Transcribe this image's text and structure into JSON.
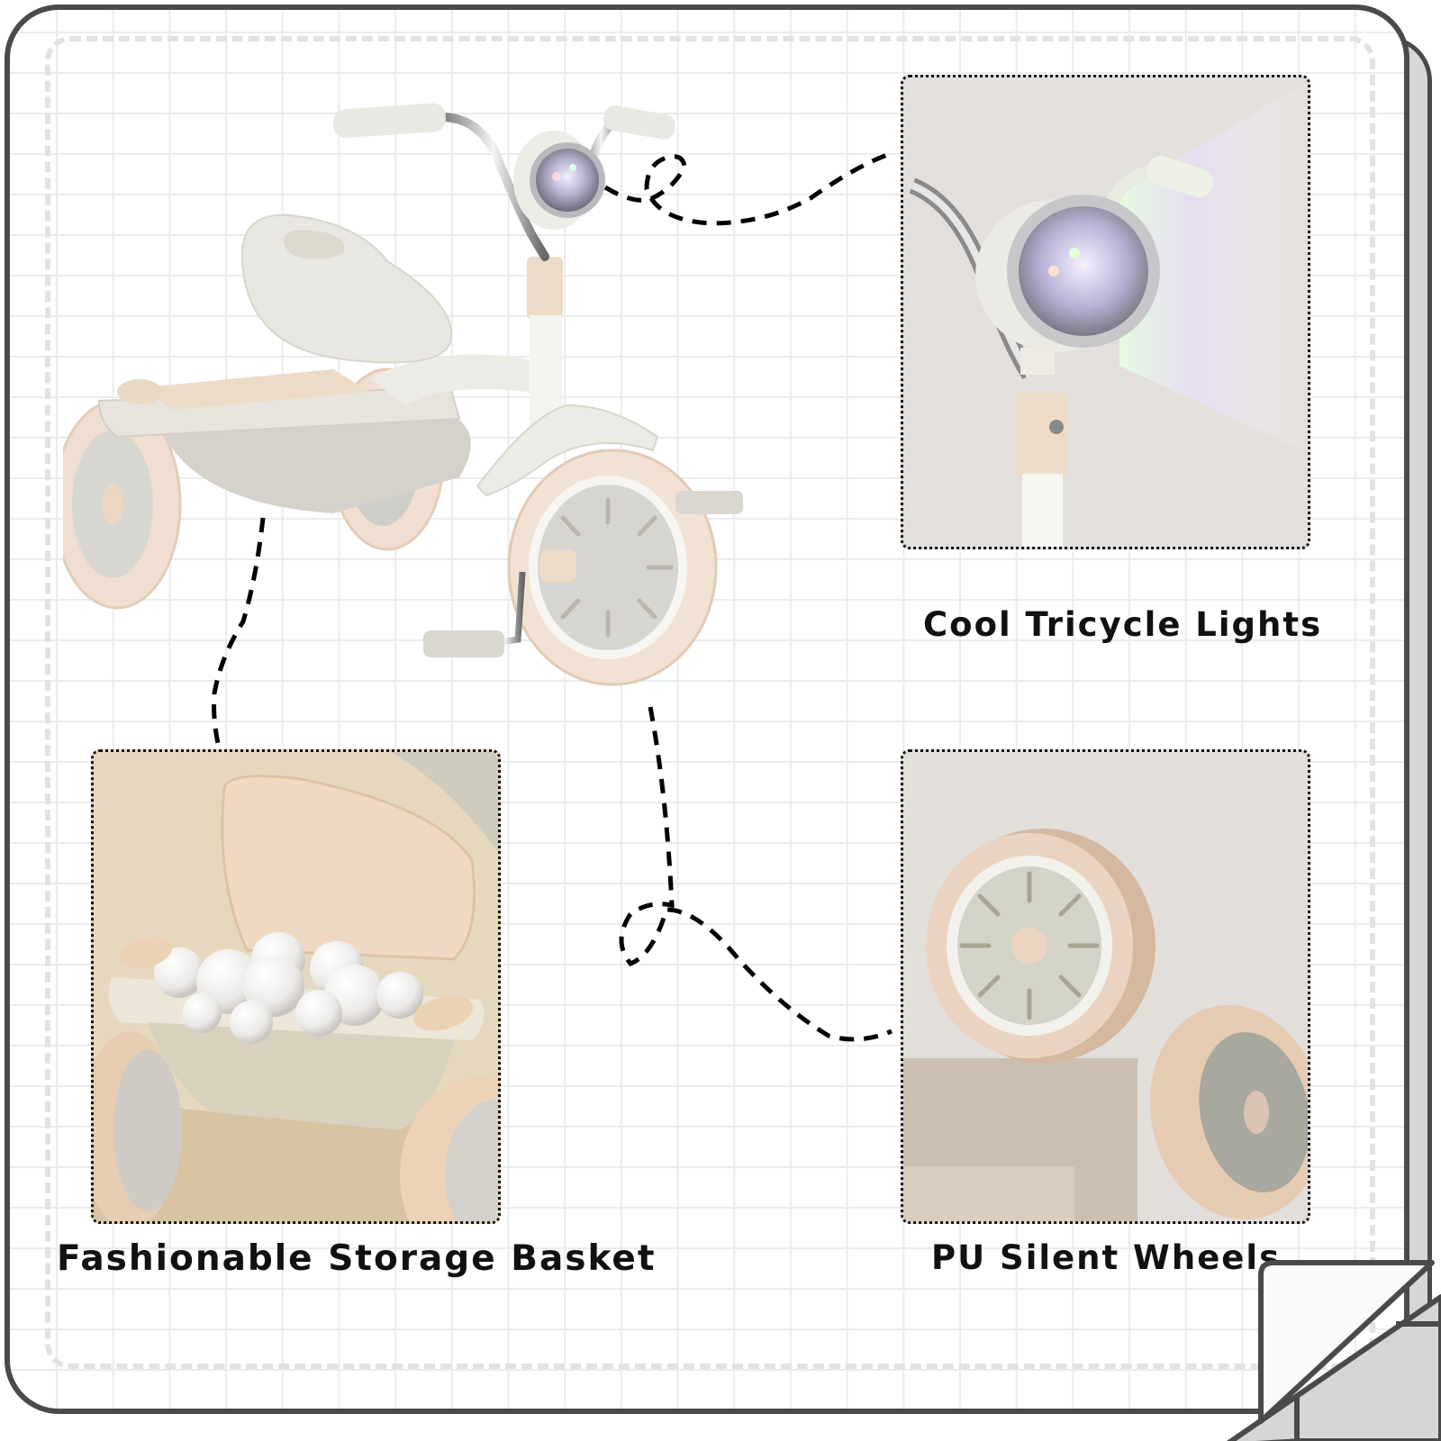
{
  "page": {
    "background": "#ffffff",
    "frame_color": "#4a4a4a",
    "grid_color": "#ececec",
    "dashed_frame_color": "#e2e2e2"
  },
  "hero": {
    "subject": "Kids tricycle (cream/white with beige accents, front headlight, rear storage basket)"
  },
  "features": [
    {
      "id": "lights",
      "caption": "Cool Tricycle Lights",
      "image": "Close-up of handlebar headlight emitting rainbow light beams",
      "bg": "#e3dfdc"
    },
    {
      "id": "basket",
      "caption": "Fashionable Storage Basket",
      "image": "Rear storage basket with lid open, filled with white balls",
      "bg": "#e4d6bd"
    },
    {
      "id": "wheels",
      "caption": "PU Silent Wheels",
      "image": "Two beige PU wheels displayed on stone blocks",
      "bg": "#e2deda"
    }
  ],
  "icons": {
    "page_curl": "folded-corner-icon",
    "connector": "dashed-connector-line"
  }
}
